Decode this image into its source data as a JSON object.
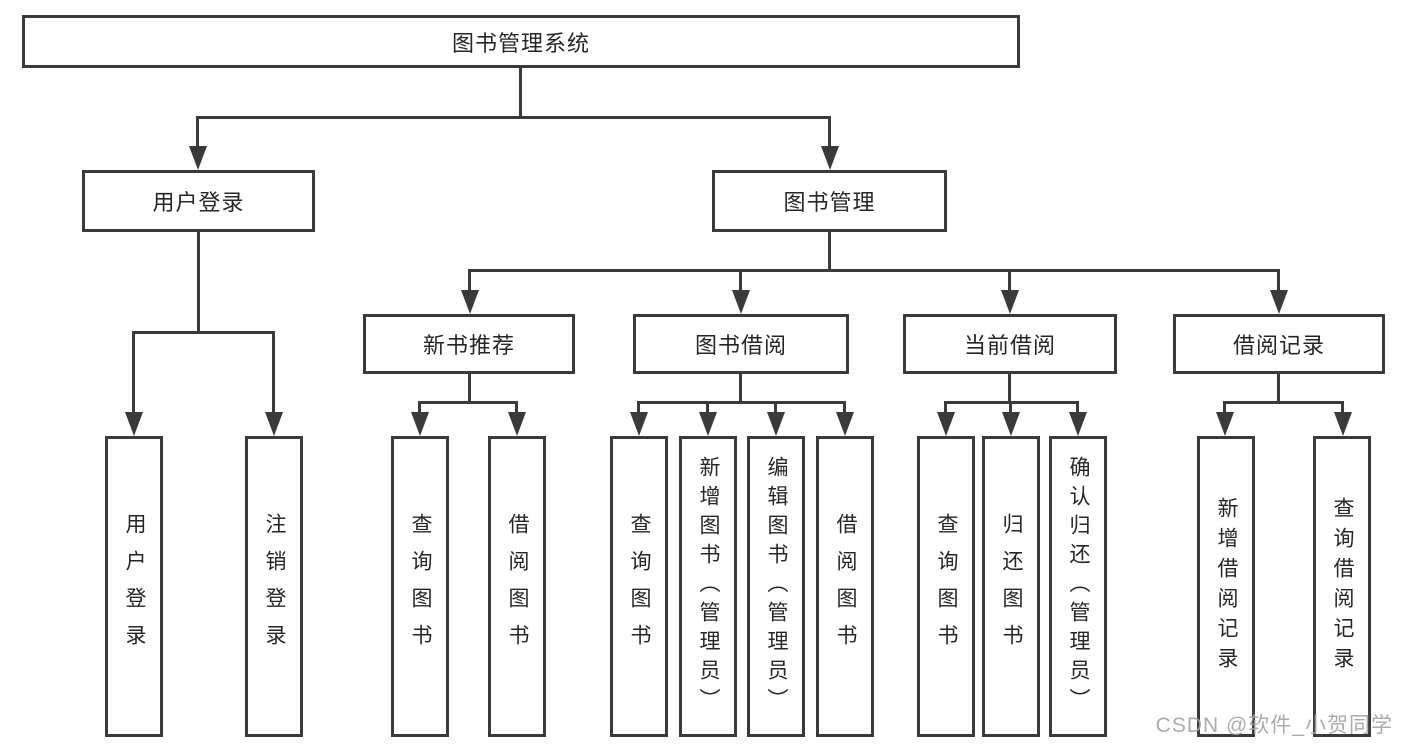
{
  "diagram_title": "图书管理系统",
  "nodes": {
    "root": "图书管理系统",
    "l2": [
      "用户登录",
      "图书管理"
    ],
    "l3": [
      "新书推荐",
      "图书借阅",
      "当前借阅",
      "借阅记录"
    ],
    "userLeaves": [
      "用户登录",
      "注销登录"
    ],
    "recommendLeaves": [
      "查询图书",
      "借阅图书"
    ],
    "borrowLeaves": [
      "查询图书",
      "新增图书（管理员）",
      "编辑图书（管理员）",
      "借阅图书"
    ],
    "currentLeaves": [
      "查询图书",
      "归还图书",
      "确认归还（管理员）"
    ],
    "recordLeaves": [
      "新增借阅记录",
      "查询借阅记录"
    ]
  },
  "watermark": {
    "text": "CSDN @软件_小贺同学"
  },
  "colors": {
    "line": "#3a3a3a",
    "text": "#262626",
    "watermark": "#a3a3a3",
    "background": "#fefefe"
  }
}
